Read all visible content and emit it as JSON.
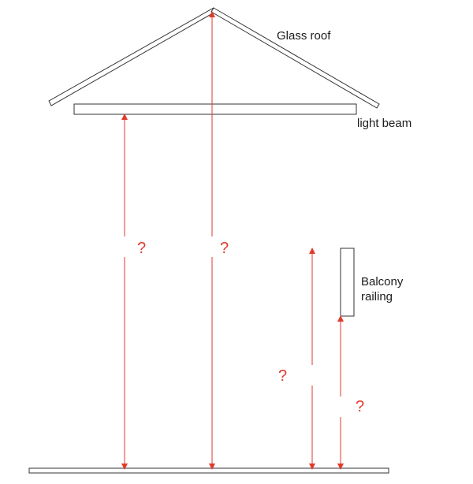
{
  "labels": {
    "glass_roof": "Glass roof",
    "light_beam": "light beam",
    "balcony_line1": "Balcony",
    "balcony_line2": "railing"
  },
  "unknowns": {
    "beam_height": "?",
    "roof_height": "?",
    "mid_height": "?",
    "railing_height": "?"
  },
  "colors": {
    "line": "#333333",
    "arrow": "#e03a2c"
  }
}
